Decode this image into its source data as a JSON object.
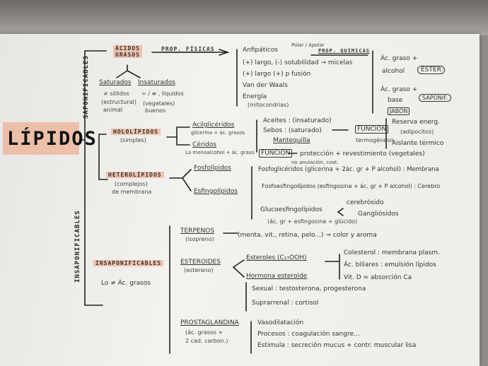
{
  "title": "LÍPIDOS",
  "saponificables": "SAPONIFICABLES",
  "insaponificables": "INSAPONIFICABLES",
  "acidos_grasos": {
    "label_line1": "ÁCIDOS",
    "label_line2": "GRASOS",
    "prop_fisicas": "PROP. FÍSICAS",
    "prop_quimicas": "PROP. QUÍMICAS",
    "saturados": "Saturados",
    "insaturados": "Insaturados",
    "sat_bonds": "≠ sólidos",
    "sat_origin1": "(estructural)",
    "sat_origin2": "animal",
    "insat_bonds": "= / ≡ , líquidos",
    "insat_origin": "(vegetales)",
    "insat_origin2": "buenos",
    "fis_1": "Anfipáticos",
    "fis_1b": "Polar / Apolar",
    "fis_2": "(+) largo, (-) solubilidad → micelas",
    "fis_3": "(+) largo (+) p fusión",
    "fis_4": "Van der Waals",
    "fis_5": "Energía",
    "fis_5b": "(mitocondrias)",
    "quim_1a": "Ác. graso +",
    "quim_1b": "alcohol",
    "quim_1c": "ÉSTER",
    "quim_2a": "Ác. graso +",
    "quim_2b": "base",
    "quim_2c": "SAPONIF.",
    "quim_2d": "JABÓN"
  },
  "holo": {
    "label": "HOLOLÍPIDOS",
    "sub": "(simples)",
    "acilgliceridos": "Acilglicéridos",
    "acil_sub": "glicerina + ác. grasos",
    "ceridos": "Céridos",
    "ceridos_sub": "La monoalcohol + ác. graso",
    "aceites": "Aceites : (insaturado)",
    "sebos": "Sebos : (saturado)",
    "mantequilla": "Mantequilla",
    "funcion": "FUNCIÓN",
    "funcion2": "FUNCIÓN",
    "func_1": "Reserva energ.",
    "func_1b": "(adipocitos)",
    "func_2": "Aislante térmico",
    "termogenesis": "termogénesis",
    "func_ceras": "protección + revestimiento (vegetales)",
    "func_ceras_note": "no anulación, coat."
  },
  "hetero": {
    "label": "HETEROLÍPIDOS",
    "sub1": "(complejos)",
    "sub2": "de membrana",
    "fosfolipidos": "Fosfolípidos",
    "esfingolipidos": "Esfingolípidos",
    "fosfoglic": "Fosfoglicéridos (glicerina + 2ác. gr + P alcohol) : Membrana",
    "fosfoesf": "Fosfoesfingolípidos (esfingosina + ác. gr + P alcohol) : Cerebro",
    "glucoesf": "Glucoesfingolípidos",
    "glucoesf_sub": "(ác. gr + esfingosina + glúcido)",
    "cerebrosido": "cerebrósido",
    "gangliosidos": "Gangliósidos"
  },
  "insap": {
    "label": "INSAPONIFICABLES",
    "sub": "Lo ≠ Ác. grasos",
    "terpenos": "TERPENOS",
    "terpenos_sub": "(isopreno)",
    "terpenos_ej": "(menta, vit., retina, pelo...) → color y aroma",
    "esteroides": "ESTEROIDES",
    "esteroides_sub": "(esterano)",
    "esteroles": "Esteroles (C₂₇OOH)",
    "hormona": "Hormona esteroide",
    "colesterol": "Colesterol : membrana plasm.",
    "ac_biliares": "Ác. biliares : emulsión lípidos",
    "vitd": "Vit. D = absorción Ca",
    "sexual": "Sexual : testosterona, progesterona",
    "suprarrenal": "Suprarrenal : cortisol",
    "prosta": "PROSTAGLANDINA",
    "prosta_sub1": "(ác. grasos +",
    "prosta_sub2": "2 cad. carbon.)",
    "pro_1": "Vasodilatación",
    "pro_2": "Procesos : coagulación sangre...",
    "pro_3": "Estimula : secreción mucus + contr. muscular lisa"
  }
}
